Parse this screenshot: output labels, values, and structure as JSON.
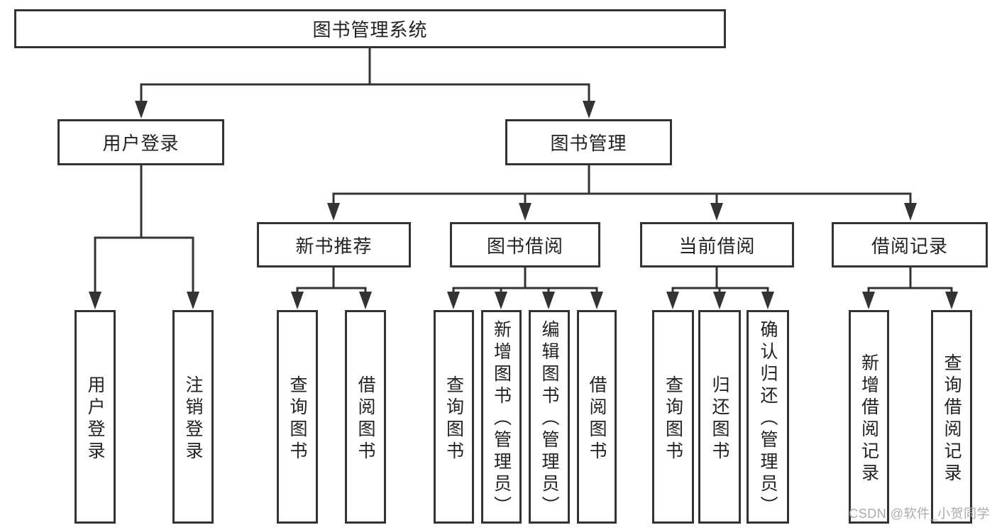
{
  "diagram": {
    "title": "图书管理系统",
    "level1": [
      "用户登录",
      "图书管理"
    ],
    "level2": [
      "新书推荐",
      "图书借阅",
      "当前借阅",
      "借阅记录"
    ],
    "level3": {
      "user_login": [
        "用户登录",
        "注销登录"
      ],
      "new_book_recommend": [
        "查询图书",
        "借阅图书"
      ],
      "book_borrow": [
        "查询图书",
        "新增图书（管理员）",
        "编辑图书（管理员）",
        "借阅图书"
      ],
      "current_borrow": [
        "查询图书",
        "归还图书",
        "确认归还（管理员）"
      ],
      "borrow_records": [
        "新增借阅记录",
        "查询借阅记录"
      ]
    },
    "watermark": "CSDN @软件_小贺同学",
    "colors": {
      "line": "#333333",
      "text": "#222222",
      "watermark": "#ababab",
      "background": "#ffffff"
    }
  }
}
